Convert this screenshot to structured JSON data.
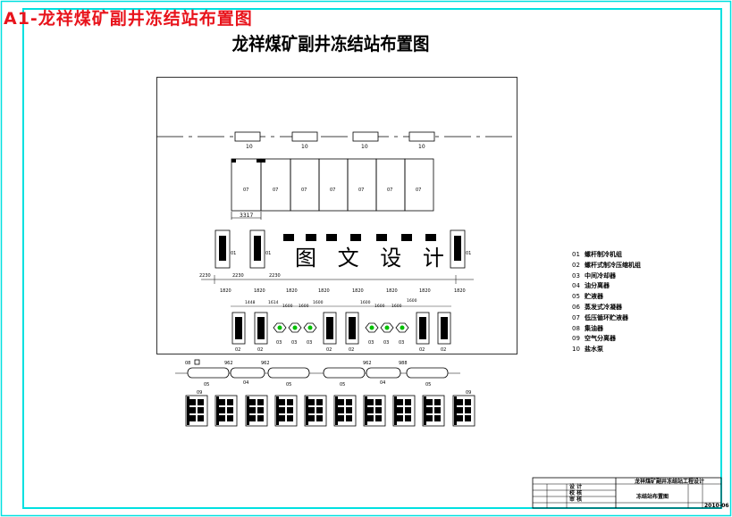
{
  "watermark": "A1-龙祥煤矿副井冻结站布置图",
  "title": "龙祥煤矿副井冻结站布置图",
  "stamp": "图 文 设 计",
  "labels": {
    "tank": "10",
    "dim_cabinet": "3317",
    "machine": "07",
    "side_number": "01",
    "unit_02": "02",
    "unit_03": "03",
    "unit_04": "04",
    "unit_05": "05",
    "pump_09": "09",
    "marker_08": "08",
    "dim_2230": "2230",
    "dim_1820": "1820",
    "dim_1600": "1600",
    "dim_1448": "1448",
    "dim_1614": "1614",
    "dim_1600b": "1600",
    "dim_962": "962",
    "dim_988": "988"
  },
  "legend": [
    {
      "num": "01",
      "text": "螺杆制冷机组"
    },
    {
      "num": "02",
      "text": "螺杆式制冷压缩机组"
    },
    {
      "num": "03",
      "text": "中间冷却器"
    },
    {
      "num": "04",
      "text": "油分离器"
    },
    {
      "num": "05",
      "text": "贮液器"
    },
    {
      "num": "06",
      "text": "蒸发式冷凝器"
    },
    {
      "num": "07",
      "text": "低压循环贮液器"
    },
    {
      "num": "08",
      "text": "集油器"
    },
    {
      "num": "09",
      "text": "空气分离器"
    },
    {
      "num": "10",
      "text": "盐水泵"
    }
  ],
  "title_block": {
    "line1": "龙祥煤矿副井冻结站工程设计",
    "line2": "冻结站布置图",
    "r1": "设 计",
    "r2": "校 核",
    "r3": "审 核",
    "code": "2010-06"
  },
  "colors": {
    "frame": "#00e0e0",
    "ink": "#000000",
    "accent": "#00c000",
    "watermark": "#e8141c"
  }
}
